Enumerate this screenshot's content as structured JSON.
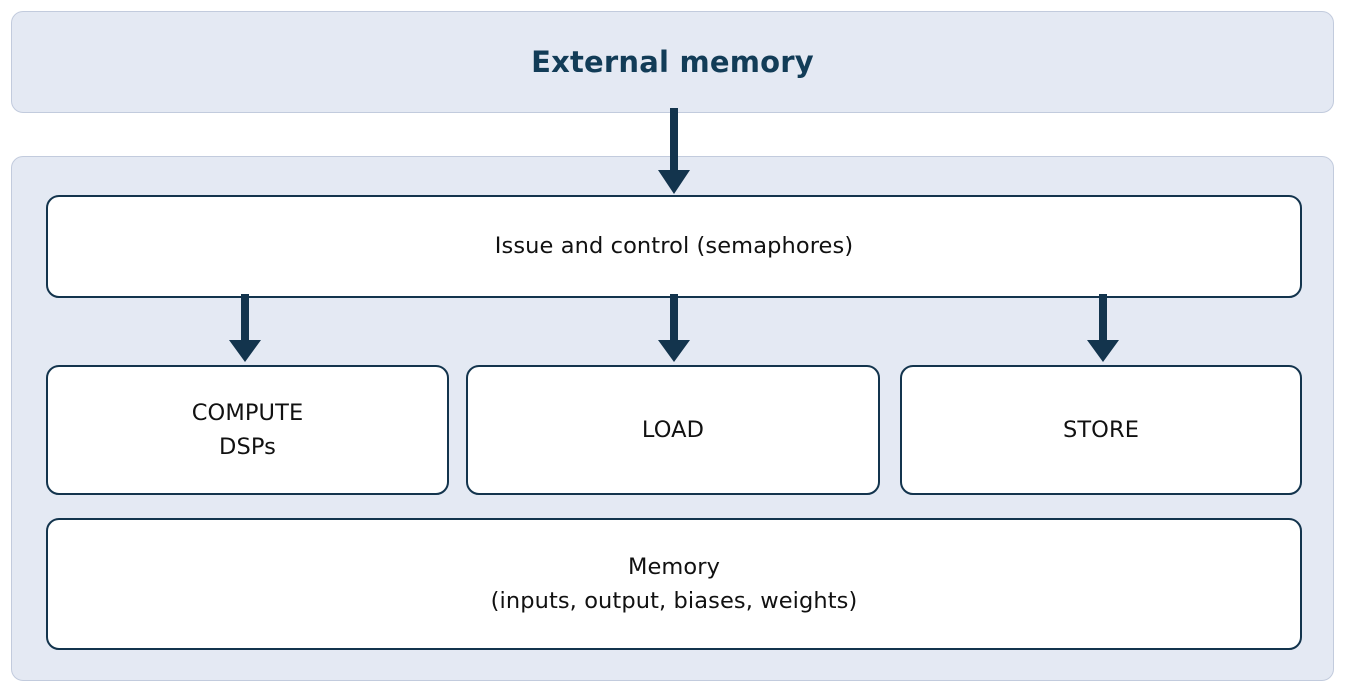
{
  "diagram": {
    "title": "External memory",
    "external_memory": {
      "label": "External memory"
    },
    "accelerator": {
      "issue_control": {
        "label": "Issue and control  (semaphores)"
      },
      "units": [
        {
          "id": "compute",
          "label": "COMPUTE\nDSPs"
        },
        {
          "id": "load",
          "label": "LOAD"
        },
        {
          "id": "store",
          "label": "STORE"
        }
      ],
      "memory": {
        "label": "Memory\n(inputs, output, biases, weights)"
      }
    },
    "arrows": [
      {
        "id": "external-to-issue",
        "from": "External memory",
        "to": "Issue and control  (semaphores)"
      },
      {
        "id": "issue-to-compute",
        "from": "Issue and control  (semaphores)",
        "to": "COMPUTE DSPs"
      },
      {
        "id": "issue-to-load",
        "from": "Issue and control  (semaphores)",
        "to": "LOAD"
      },
      {
        "id": "issue-to-store",
        "from": "Issue and control  (semaphores)",
        "to": "STORE"
      }
    ],
    "colors": {
      "panel_fill": "#e4e9f3",
      "panel_border": "#c2cbdd",
      "node_fill": "#ffffff",
      "node_border": "#13344d",
      "arrow": "#13344d",
      "title_text": "#123c57",
      "body_text": "#111111",
      "page_background": "#ffffff"
    }
  }
}
